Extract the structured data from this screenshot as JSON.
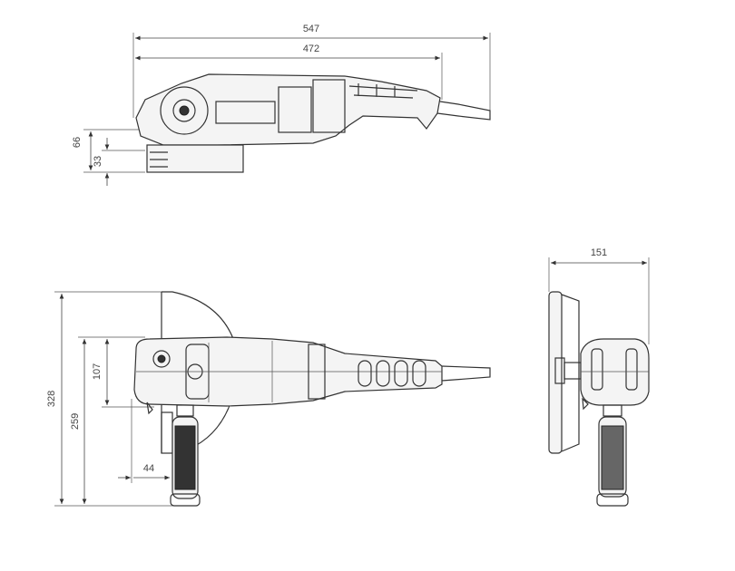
{
  "dimensions": {
    "overall_length": "547",
    "body_length": "472",
    "height_total": "66",
    "height_spindle": "33",
    "width_with_guard": "328",
    "width_to_handle": "259",
    "body_width": "107",
    "handle_offset": "44",
    "front_width": "151"
  },
  "colors": {
    "line": "#333333",
    "background": "#ffffff"
  }
}
